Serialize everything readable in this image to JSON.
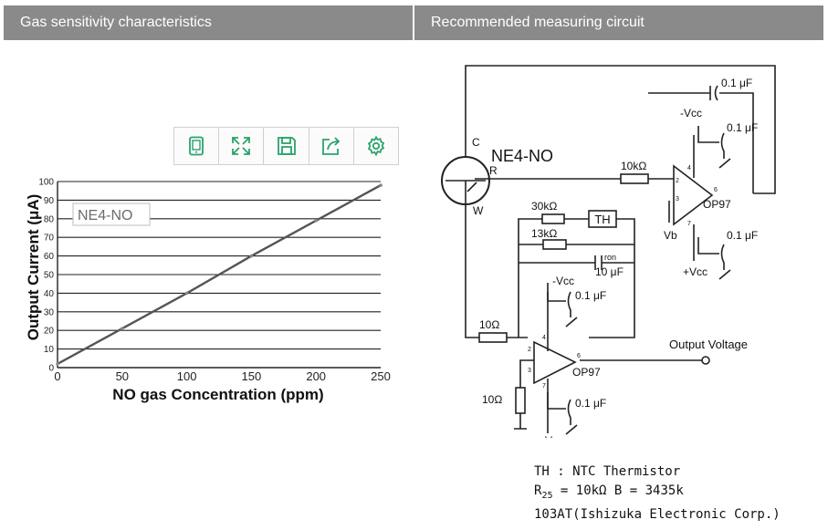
{
  "headers": {
    "left": "Gas sensitivity characteristics",
    "right": "Recommended measuring circuit"
  },
  "toolbar": {
    "icons": [
      "tablet-icon",
      "fullscreen-icon",
      "save-icon",
      "share-icon",
      "settings-icon"
    ],
    "accent": "#2aa36b"
  },
  "chart_data": {
    "type": "line",
    "annotation": "NE4-NO",
    "xlabel": "NO gas Concentration (ppm)",
    "ylabel": "Output Current (μA)",
    "xlim": [
      0,
      250
    ],
    "ylim": [
      0,
      100
    ],
    "xticks": [
      "0",
      "50",
      "100",
      "150",
      "200",
      "250"
    ],
    "yticks": [
      "0",
      "10",
      "20",
      "30",
      "40",
      "50",
      "60",
      "70",
      "80",
      "90",
      "100"
    ],
    "grid": "horizontal",
    "series": [
      {
        "x": [
          0,
          50,
          100,
          150,
          200,
          250
        ],
        "values": [
          2,
          21,
          40,
          60,
          79,
          98
        ]
      }
    ]
  },
  "circuit": {
    "sensor": "NE4-NO",
    "pins": {
      "c": "C",
      "r": "R",
      "w": "W"
    },
    "r_10k": "10kΩ",
    "r_30k": "30kΩ",
    "th": "TH",
    "r_13k": "13kΩ",
    "ron": "ron",
    "c_10u": "10 μF",
    "c_top": "0.1 μF",
    "c_u1_neg": "0.1 μF",
    "c_u1_pos": "0.1 μF",
    "c_u2_neg": "0.1 μF",
    "c_u2_pos": "0.1 μF",
    "neg_vcc": "-Vcc",
    "pos_vcc": "+Vcc",
    "vb": "Vb",
    "op_upper": "OP97",
    "op_lower": "OP97",
    "r_10_in": "10Ω",
    "r_10_gnd": "10Ω",
    "output_label": "Output Voltage",
    "pin_2": "2",
    "pin_3": "3",
    "pin_6": "6",
    "pin_4": "4",
    "pin_7": "7",
    "note_line1": "TH : NTC Thermistor",
    "note_line2a": "R",
    "note_line2sub": "25",
    "note_line2b": " = 10kΩ   B = 3435k",
    "note_line3": "103AT(Ishizuka Electronic  Corp.)"
  }
}
